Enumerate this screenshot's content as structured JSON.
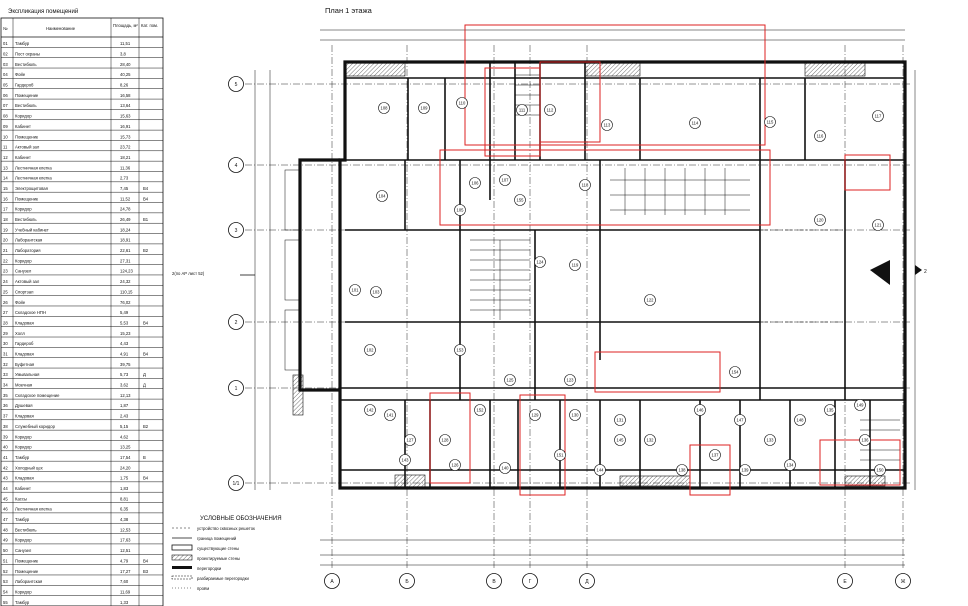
{
  "sheet": {
    "plan_title": "План 1 этажа",
    "table_title": "Экспликация помещений",
    "table_headers": [
      "№",
      "Наименование",
      "Площадь, м²",
      "Кат. пом."
    ],
    "legend_title": "УСЛОВНЫЕ ОБОЗНАЧЕНИЯ"
  },
  "rooms": [
    [
      "01",
      "Тамбур",
      "11,51",
      ""
    ],
    [
      "02",
      "Пост охраны",
      "3,8",
      ""
    ],
    [
      "03",
      "Вестибюль",
      "28,40",
      ""
    ],
    [
      "04",
      "Фойе",
      "40,25",
      ""
    ],
    [
      "05",
      "Гардероб",
      "8,26",
      ""
    ],
    [
      "06",
      "Помещение",
      "16,58",
      ""
    ],
    [
      "07",
      "Вестибюль",
      "13,64",
      ""
    ],
    [
      "08",
      "Коридор",
      "15,63",
      ""
    ],
    [
      "09",
      "Кабинет",
      "16,91",
      ""
    ],
    [
      "10",
      "Помещение",
      "15,73",
      ""
    ],
    [
      "11",
      "Актовый зал",
      "23,72",
      ""
    ],
    [
      "12",
      "Кабинет",
      "18,21",
      ""
    ],
    [
      "13",
      "Лестничная клетка",
      "11,36",
      ""
    ],
    [
      "14",
      "Лестничная клетка",
      "2,73",
      ""
    ],
    [
      "15",
      "Электрощитовая",
      "7,45",
      "В4"
    ],
    [
      "16",
      "Помещение",
      "11,52",
      "В4"
    ],
    [
      "17",
      "Коридор",
      "24,78",
      ""
    ],
    [
      "18",
      "Вестибюль",
      "26,49",
      "В1"
    ],
    [
      "19",
      "Учебный кабинет",
      "18,24",
      ""
    ],
    [
      "20",
      "Лаборантская",
      "18,91",
      ""
    ],
    [
      "21",
      "Лаборатория",
      "22,61",
      "В2"
    ],
    [
      "22",
      "Коридор",
      "27,31",
      ""
    ],
    [
      "23",
      "Санузел",
      "124,23",
      ""
    ],
    [
      "24",
      "Актовый зал",
      "24,32",
      ""
    ],
    [
      "25",
      "Спортзал",
      "110,15",
      ""
    ],
    [
      "26",
      "Фойе",
      "76,02",
      ""
    ],
    [
      "27",
      "Складское НПН",
      "5,49",
      ""
    ],
    [
      "28",
      "Кладовая",
      "5,53",
      "В4"
    ],
    [
      "29",
      "Холл",
      "15,23",
      ""
    ],
    [
      "30",
      "Гардероб",
      "4,43",
      ""
    ],
    [
      "31",
      "Кладовая",
      "4,91",
      "В4"
    ],
    [
      "32",
      "Буфетная",
      "39,75",
      ""
    ],
    [
      "33",
      "Умывальная",
      "5,73",
      "Д"
    ],
    [
      "34",
      "Моечная",
      "3,62",
      "Д"
    ],
    [
      "35",
      "Складское помещение",
      "12,13",
      ""
    ],
    [
      "36",
      "Душевая",
      "1,87",
      ""
    ],
    [
      "37",
      "Кладовая",
      "2,43",
      ""
    ],
    [
      "38",
      "Служебный коридор",
      "5,15",
      "В2"
    ],
    [
      "39",
      "Коридор",
      "4,62",
      ""
    ],
    [
      "40",
      "Коридор",
      "13,25",
      ""
    ],
    [
      "41",
      "Тамбур",
      "17,54",
      "В"
    ],
    [
      "42",
      "Холодный цех",
      "24,20",
      ""
    ],
    [
      "43",
      "Кладовая",
      "1,75",
      "В4"
    ],
    [
      "44",
      "Кабинет",
      "1,83",
      ""
    ],
    [
      "45",
      "Кассы",
      "8,81",
      ""
    ],
    [
      "46",
      "Лестничная клетка",
      "6,35",
      ""
    ],
    [
      "47",
      "Тамбур",
      "4,38",
      ""
    ],
    [
      "48",
      "Вестибюль",
      "12,53",
      ""
    ],
    [
      "49",
      "Коридор",
      "17,63",
      ""
    ],
    [
      "50",
      "Санузел",
      "12,51",
      ""
    ],
    [
      "51",
      "Помещение",
      "4,79",
      "В4"
    ],
    [
      "52",
      "Помещение",
      "17,27",
      "В3"
    ],
    [
      "53",
      "Лаборантская",
      "7,60",
      ""
    ],
    [
      "54",
      "Коридор",
      "11,69",
      ""
    ],
    [
      "55",
      "Тамбур",
      "1,33",
      ""
    ]
  ],
  "axes": {
    "rows": [
      "5",
      "4",
      "3",
      "2",
      "1",
      "1/1"
    ],
    "columns": [
      "А",
      "Б",
      "В",
      "Г",
      "Д",
      "Е",
      "Ж"
    ]
  },
  "room_tags": [
    "101",
    "102",
    "103",
    "104",
    "105",
    "106",
    "107",
    "108",
    "109",
    "110",
    "111",
    "112",
    "113",
    "114",
    "115",
    "116",
    "117",
    "118",
    "119",
    "120",
    "121",
    "122",
    "123",
    "124",
    "125",
    "126",
    "127",
    "128",
    "129",
    "130",
    "131",
    "132",
    "133",
    "134",
    "135",
    "136",
    "137",
    "138",
    "139",
    "140",
    "141",
    "142",
    "143",
    "144",
    "145",
    "146",
    "147",
    "148",
    "149",
    "150",
    "151",
    "152",
    "153",
    "154",
    "155"
  ],
  "legend": [
    "устройство сквозных решеток",
    "граница помещений",
    "существующие стены",
    "проектируемые стены",
    "перегородки",
    "разбираемые перегородки",
    "проём"
  ],
  "markers": {
    "left_section": "2(по АР лист 52)",
    "right_section": "2",
    "colors": {
      "markup": "#d22222",
      "lines": "#111111"
    }
  }
}
